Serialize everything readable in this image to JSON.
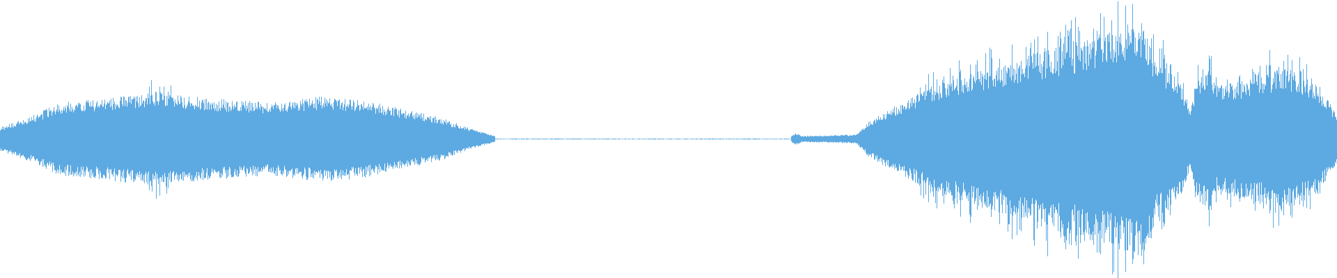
{
  "waveform": {
    "color": "#5DA9E1",
    "background": "#FFFFFF",
    "description_free": true,
    "amplitude_envelope": [
      {
        "t": 0.0,
        "a": 0.04
      },
      {
        "t": 0.02,
        "a": 0.07
      },
      {
        "t": 0.045,
        "a": 0.12
      },
      {
        "t": 0.07,
        "a": 0.13
      },
      {
        "t": 0.09,
        "a": 0.14
      },
      {
        "t": 0.11,
        "a": 0.15
      },
      {
        "t": 0.12,
        "a": 0.16
      },
      {
        "t": 0.14,
        "a": 0.14
      },
      {
        "t": 0.17,
        "a": 0.13
      },
      {
        "t": 0.2,
        "a": 0.12
      },
      {
        "t": 0.24,
        "a": 0.14
      },
      {
        "t": 0.27,
        "a": 0.13
      },
      {
        "t": 0.3,
        "a": 0.1
      },
      {
        "t": 0.33,
        "a": 0.07
      },
      {
        "t": 0.355,
        "a": 0.03
      },
      {
        "t": 0.37,
        "a": 0.01
      },
      {
        "t": 0.59,
        "a": 0.005
      },
      {
        "t": 0.595,
        "a": 0.02
      },
      {
        "t": 0.6,
        "a": 0.01
      },
      {
        "t": 0.64,
        "a": 0.015
      },
      {
        "t": 0.65,
        "a": 0.06
      },
      {
        "t": 0.67,
        "a": 0.11
      },
      {
        "t": 0.7,
        "a": 0.18
      },
      {
        "t": 0.73,
        "a": 0.22
      },
      {
        "t": 0.76,
        "a": 0.26
      },
      {
        "t": 0.79,
        "a": 0.3
      },
      {
        "t": 0.82,
        "a": 0.33
      },
      {
        "t": 0.855,
        "a": 0.39
      },
      {
        "t": 0.865,
        "a": 0.26
      },
      {
        "t": 0.88,
        "a": 0.22
      },
      {
        "t": 0.89,
        "a": 0.1
      },
      {
        "t": 0.895,
        "a": 0.2
      },
      {
        "t": 0.905,
        "a": 0.24
      },
      {
        "t": 0.91,
        "a": 0.18
      },
      {
        "t": 0.94,
        "a": 0.2
      },
      {
        "t": 0.96,
        "a": 0.24
      },
      {
        "t": 0.985,
        "a": 0.18
      },
      {
        "t": 1.0,
        "a": 0.08
      }
    ]
  }
}
